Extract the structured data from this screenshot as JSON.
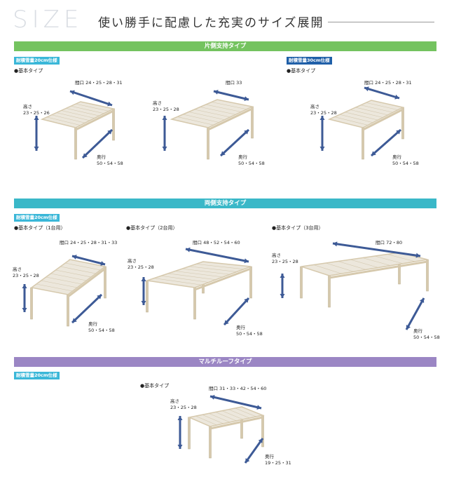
{
  "header": {
    "size_word": "SIZE",
    "title": "使い勝手に配慮した充実のサイズ展開"
  },
  "colors": {
    "arrow": "#3d5a96",
    "green": "#74c35f",
    "teal": "#3ab8c8",
    "purple": "#9b86c4",
    "cyan_tag": "#3ab7d8",
    "blue_tag": "#1f5fa8",
    "frame": "#d6c9ad",
    "roof": "#ece7dc"
  },
  "sections": {
    "single": {
      "band": "片側支持タイプ",
      "tag20": "耐積雪量20cm仕様",
      "tag30": "耐積雪量30cm仕様"
    },
    "double": {
      "band": "両側支持タイプ",
      "tag20": "耐積雪量20cm仕様"
    },
    "multi": {
      "band": "マルチルーフタイプ",
      "tag20": "耐積雪量20cm仕様"
    }
  },
  "labels": {
    "type_basic": "●基本タイプ",
    "type_basic_1": "●基本タイプ（1台用）",
    "type_basic_2": "●基本タイプ（2台用）",
    "type_basic_3": "●基本タイプ（3台用）",
    "height": "高さ",
    "depth": "奥行"
  },
  "diagrams": {
    "s1": {
      "width": "間口 24・25・28・31",
      "height": "23・25・26",
      "depth": "50・54・58"
    },
    "s2": {
      "width": "間口 33",
      "height": "23・25・28",
      "depth": "50・54・58"
    },
    "s3": {
      "width": "間口 24・25・28・31",
      "height": "23・25・28",
      "depth": "50・54・58"
    },
    "d1": {
      "width": "間口 24・25・28・31・33",
      "height": "23・25・28",
      "depth": "50・54・58"
    },
    "d2": {
      "width": "間口 48・52・54・60",
      "height": "23・25・28",
      "depth": "50・54・58"
    },
    "d3": {
      "width": "間口 72・80",
      "height": "23・25・28",
      "depth": "50・54・58"
    },
    "m1": {
      "width": "間口 31・33・42・54・60",
      "height": "23・25・28",
      "depth": "19・25・31"
    }
  }
}
